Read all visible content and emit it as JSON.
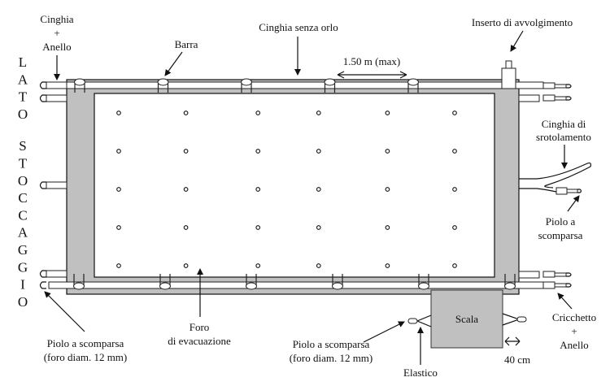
{
  "diagram": {
    "colors": {
      "frame": "#c0c0c0",
      "outline": "#111111",
      "background": "#ffffff",
      "inner_area": "#ffffff",
      "ladder": "#c0c0c0"
    },
    "side_label": {
      "words": [
        "LATO",
        "STOCCAGGIO"
      ]
    },
    "labels": {
      "strap_ring_left": [
        "Cinghia",
        "+",
        "Anello"
      ],
      "bar": "Barra",
      "strap_no_hem": "Cinghia senza orlo",
      "spacing": "1.50 m (max)",
      "winding_insert": "Inserto di avvolgimento",
      "unroll_strap": [
        "Cinghia di",
        "srotolamento"
      ],
      "retractable_peg_right": [
        "Piolo a",
        "scomparsa"
      ],
      "ratchet_ring": [
        "Cricchetto",
        "+",
        "Anello"
      ],
      "ladder": "Scala",
      "ladder_offset": "40 cm",
      "elastic": "Elastico",
      "retractable_peg_bottom": [
        "Piolo a scomparsa",
        "(foro diam. 12 mm)"
      ],
      "drain_hole": [
        "Foro",
        "di evacuazione"
      ],
      "retractable_peg_left": [
        "Piolo a scomparsa",
        "(foro diam. 12 mm)"
      ]
    },
    "drain_holes": {
      "rows": 5,
      "columns": 6
    },
    "bars": {
      "top_count": 5,
      "bottom_count": 6
    }
  }
}
